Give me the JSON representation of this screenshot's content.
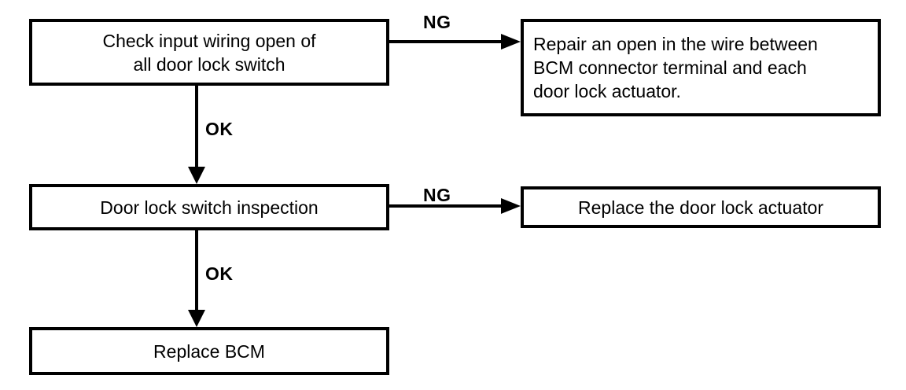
{
  "colors": {
    "line": "#000000",
    "box_border": "#000000",
    "background": "#ffffff",
    "text": "#000000"
  },
  "flowchart": {
    "nodes": {
      "check_wiring": {
        "label": "Check input wiring open of\nall door lock switch"
      },
      "repair_wire": {
        "label": "Repair an open in the wire between\nBCM connector terminal and each\ndoor lock actuator."
      },
      "switch_inspection": {
        "label": "Door lock switch inspection"
      },
      "replace_actuator": {
        "label": "Replace the door lock actuator"
      },
      "replace_bcm": {
        "label": "Replace BCM"
      }
    },
    "edges": {
      "check_to_repair": {
        "label": "NG"
      },
      "check_to_inspection": {
        "label": "OK"
      },
      "inspection_to_actuator": {
        "label": "NG"
      },
      "inspection_to_bcm": {
        "label": "OK"
      }
    }
  }
}
